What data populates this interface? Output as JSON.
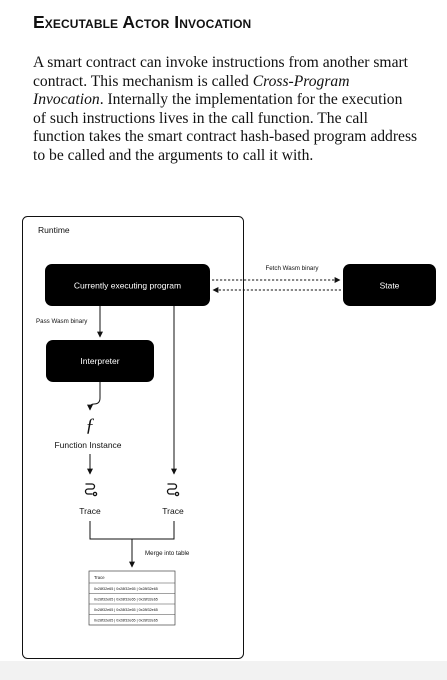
{
  "heading": "Executable Actor Invocation",
  "paragraph": {
    "before": "A smart contract can invoke instructions from another smart contract. This mechanism is called ",
    "emphasis": "Cross-Program Invocation",
    "after": ". Internally the implementation for the execution of such instructions lives in the call function. The call function takes the smart contract hash-based program address to be called and the arguments to call it with."
  },
  "diagram": {
    "runtime_label": "Runtime",
    "current_program": "Currently executing program",
    "state": "State",
    "fetch_label": "Fetch Wasm binary",
    "pass_label": "Pass Wasm binary",
    "interpreter": "Interpreter",
    "function_glyph": "ƒ",
    "function_instance": "Function Instance",
    "trace_left": "Trace",
    "trace_right": "Trace",
    "merge_label": "Merge into table",
    "table": {
      "header": "Trace",
      "rows": [
        [
          "0x28f32e65",
          "0x28f32e65",
          "0x28f32e65"
        ],
        [
          "0x28f32e65",
          "0x28f32e65",
          "0x28f32e65"
        ],
        [
          "0x28f32e65",
          "0x28f32e65",
          "0x28f32e65"
        ],
        [
          "0x28f32e65",
          "0x28f32e65",
          "0x28f32e65"
        ]
      ]
    }
  }
}
